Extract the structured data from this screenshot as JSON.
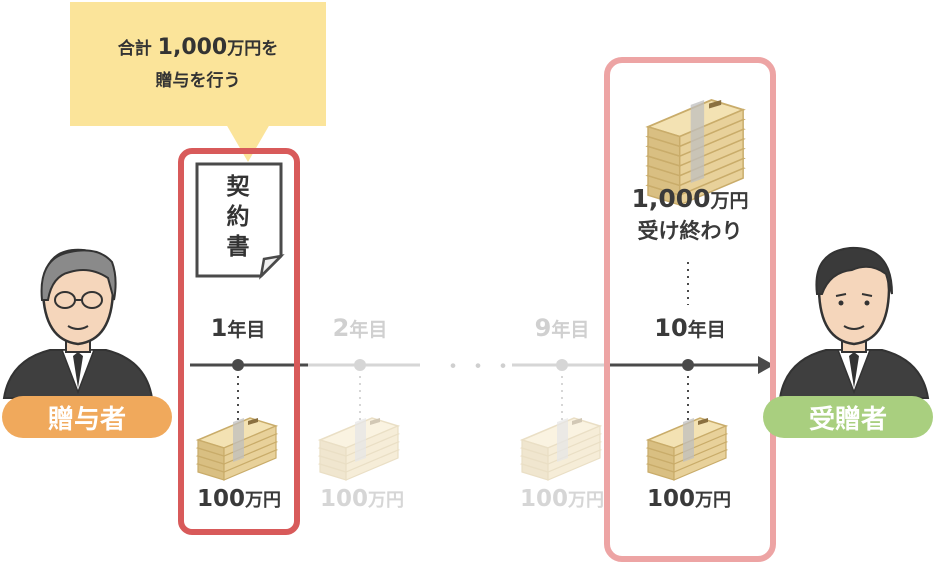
{
  "callout": {
    "prefix": "合計",
    "amount": "1,000",
    "suffix": "万円を",
    "line2": "贈与を行う"
  },
  "contract": {
    "chars": [
      "契",
      "約",
      "書"
    ]
  },
  "years": [
    {
      "num": "1",
      "unit": "年目",
      "state": "active"
    },
    {
      "num": "2",
      "unit": "年目",
      "state": "dim"
    },
    {
      "num": "9",
      "unit": "年目",
      "state": "dim"
    },
    {
      "num": "10",
      "unit": "年目",
      "state": "active"
    }
  ],
  "amounts": [
    {
      "num": "100",
      "unit": "万円",
      "state": "active"
    },
    {
      "num": "100",
      "unit": "万円",
      "state": "dim"
    },
    {
      "num": "100",
      "unit": "万円",
      "state": "dim"
    },
    {
      "num": "100",
      "unit": "万円",
      "state": "active"
    }
  ],
  "received": {
    "amount": "1,000",
    "unit": "万円",
    "label": "受け終わり"
  },
  "ellipsis": "・・・",
  "giver_label": "贈与者",
  "receiver_label": "受贈者",
  "icons": {
    "giver": "man-glasses-suit-icon",
    "receiver": "man-suit-icon",
    "contract": "contract-document-icon",
    "money": "banknote-bundle-icon",
    "money_stack": "banknote-stack-icon"
  },
  "colors": {
    "callout": "#fbe49a",
    "frame_active": "#d85a5a",
    "frame_final": "#eda4a4",
    "giver_badge": "#f0a95c",
    "receiver_badge": "#a9cf7f",
    "timeline_active": "#4a4a4a",
    "timeline_dim": "#d6d6d6",
    "money": "#e5cf95"
  }
}
